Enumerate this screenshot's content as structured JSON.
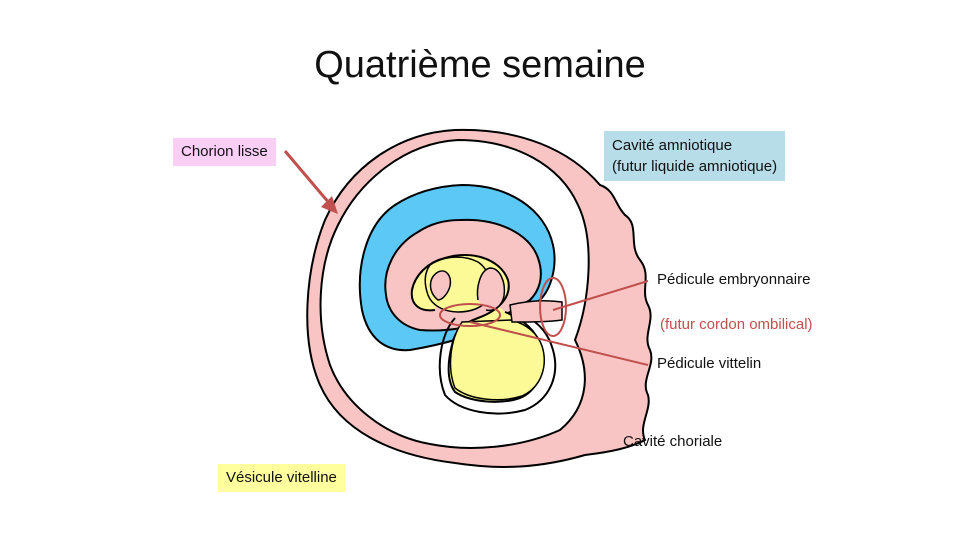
{
  "title": "Quatrième semaine",
  "labels": {
    "chorion_lisse": "Chorion lisse",
    "cavite_amniotique_line1": "Cavité amniotique",
    "cavite_amniotique_line2": "(futur liquide amniotique)",
    "pedicule_embryonnaire": "Pédicule embryonnaire",
    "futur_cordon": "(futur cordon ombilical)",
    "pedicule_vittelin": "Pédicule vittelin",
    "cavite_choriale": "Cavité choriale",
    "vesicule_vitelline": "Vésicule vitelline"
  },
  "colors": {
    "chorion_pink": "#f9c4c4",
    "amnion_blue": "#5bc8f5",
    "yolk_yellow": "#fbfa96",
    "annotation_red": "#c0504d",
    "chorion_label_bg": "#f9cff5",
    "amniotic_label_bg": "#b7dde8",
    "vesicle_label_bg": "#ffff9d"
  }
}
